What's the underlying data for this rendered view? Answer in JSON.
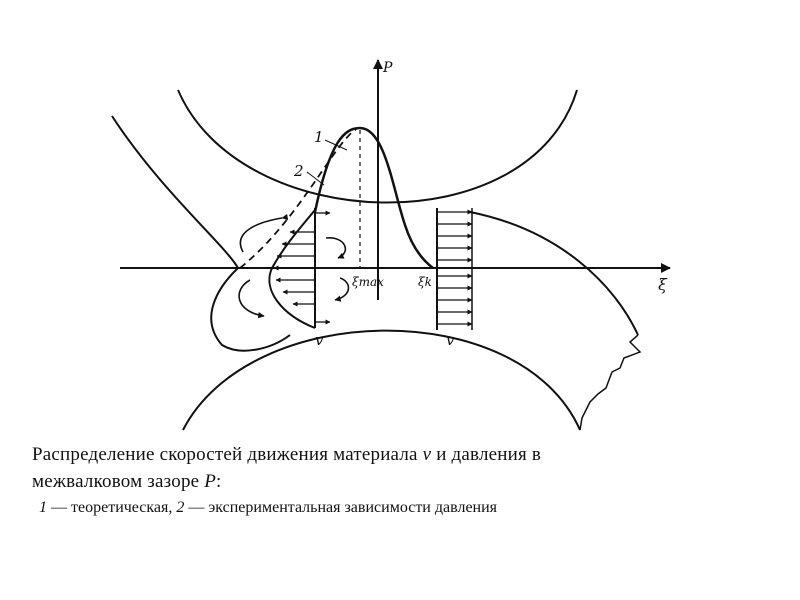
{
  "figure": {
    "labels": {
      "p_axis": "P",
      "xi_axis": "ξ",
      "curve_1": "1",
      "curve_2": "2",
      "xi_max": "ξmax",
      "xi_k": "ξk",
      "v_left": "v",
      "v_right": "v"
    },
    "caption": {
      "line1_prefix": "Распределение скоростей движения материала",
      "line1_var": "v",
      "line1_suffix": "и давления в",
      "line2_prefix": "межвалковом зазоре",
      "line2_var": "P",
      "line2_suffix": ":",
      "legend_1_num": "1",
      "legend_1_text": "— теоретическая,",
      "legend_2_num": "2",
      "legend_2_text": "— экспериментальная зависимости давления"
    }
  }
}
